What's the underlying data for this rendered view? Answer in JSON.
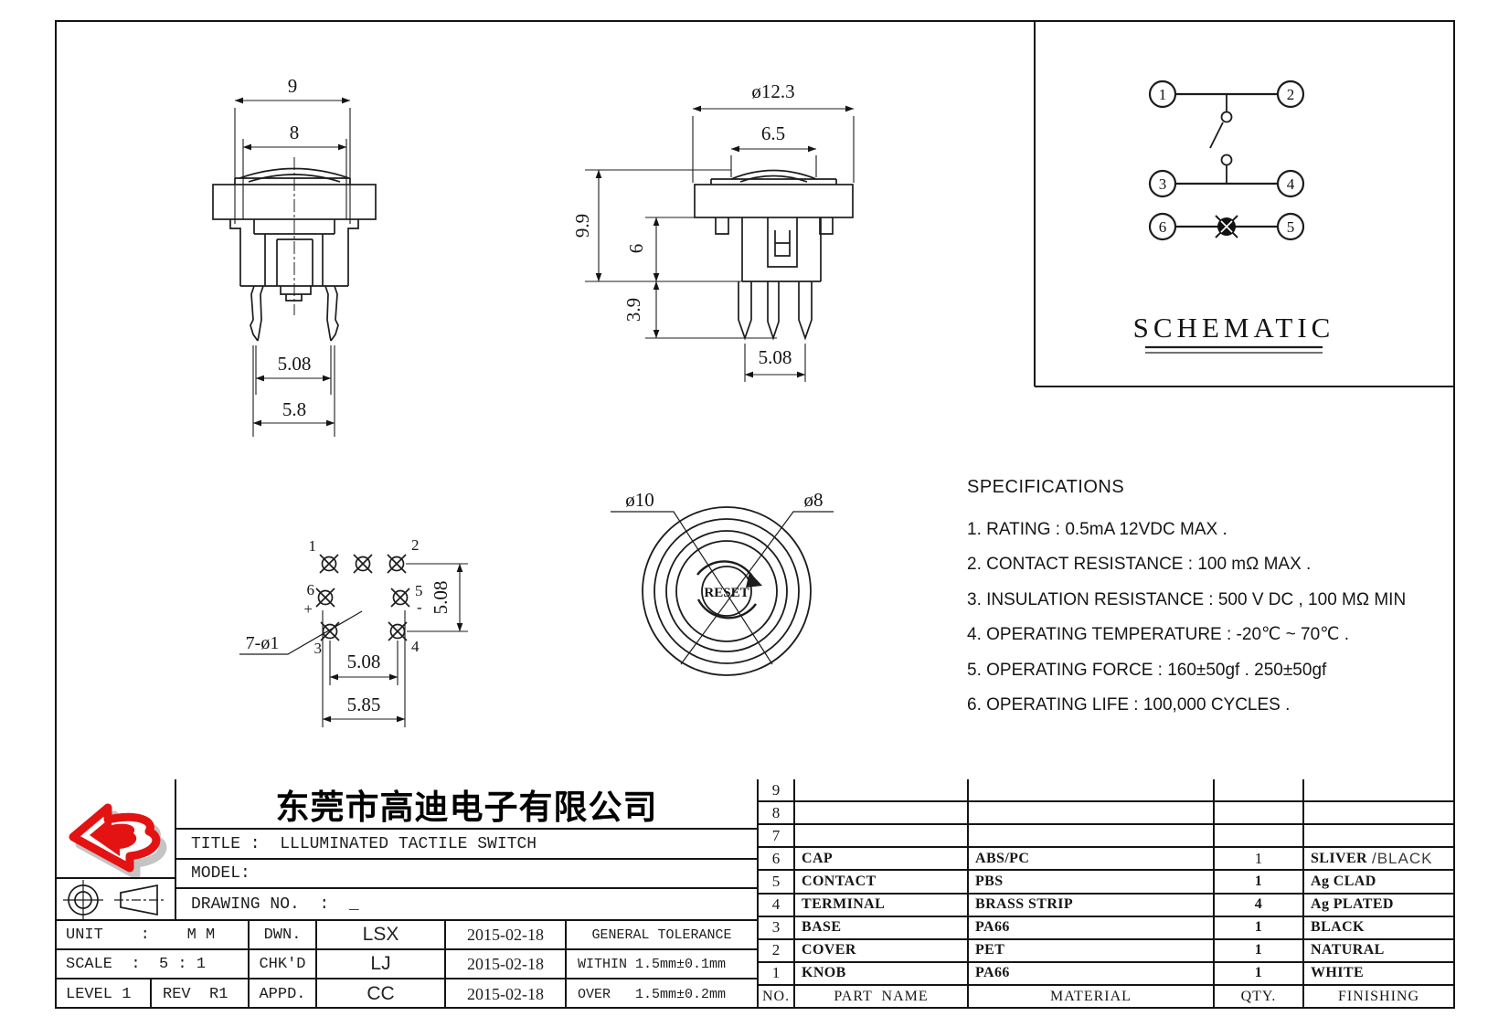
{
  "views": {
    "front": {
      "dim_top": "9",
      "dim_cap": "8",
      "dim_pitch": "5.08",
      "dim_outer": "5.8"
    },
    "side": {
      "dim_flange": "ø12.3",
      "dim_cap": "6.5",
      "dim_total_h": "9.9",
      "dim_body_h": "6",
      "dim_pin_h": "3.9",
      "dim_pitch": "5.08"
    },
    "bottom": {
      "p1": "1",
      "p2": "2",
      "p3": "3",
      "p4": "4",
      "p5": "5",
      "p6": "6",
      "plus": "+",
      "minus": "-",
      "dim_holes": "7-ø1",
      "dim_col": "5.08",
      "dim_row": "5.08",
      "dim_outer": "5.85"
    },
    "top": {
      "dim_cap": "ø10",
      "dim_button": "ø8",
      "button_label": "RESET"
    },
    "schematic": {
      "title": "SCHEMATIC",
      "p1": "1",
      "p2": "2",
      "p3": "3",
      "p4": "4",
      "p5": "5",
      "p6": "6"
    }
  },
  "specifications": {
    "heading": "SPECIFICATIONS",
    "items": [
      "1. RATING : 0.5mA 12VDC MAX .",
      "2. CONTACT RESISTANCE : 100 mΩ MAX .",
      "3. INSULATION RESISTANCE : 500 V DC , 100 MΩ MIN",
      "4. OPERATING TEMPERATURE : -20℃ ~ 70℃ .",
      "5. OPERATING FORCE : 160±50gf . 250±50gf",
      "6. OPERATING LIFE : 100,000 CYCLES ."
    ]
  },
  "title_block": {
    "company": "东莞市高迪电子有限公司",
    "title": "TITLE :  LLLUMINATED TACTILE SWITCH",
    "model": "MODEL:",
    "drawing_no": "DRAWING NO.  :  _",
    "unit": "UNIT    :    M M",
    "scale": "SCALE  :  5 : 1",
    "level": "LEVEL 1",
    "rev": "REV  R1",
    "dwn_label": "DWN.",
    "dwn_value": "LSX",
    "dwn_date": "2015-02-18",
    "chk_label": "CHK'D",
    "chk_value": "LJ",
    "chk_date": "2015-02-18",
    "appd_label": "APPD.",
    "appd_value": "CC",
    "appd_date": "2015-02-18",
    "tol_title": "GENERAL TOLERANCE",
    "tol_within": "WITHIN 1.5mm±0.1mm",
    "tol_over": "OVER   1.5mm±0.2mm"
  },
  "parts_table": {
    "headers": {
      "no": "NO.",
      "part": "PART  NAME",
      "material": "MATERIAL",
      "qty": "QTY.",
      "finishing": "FINISHING"
    },
    "rows": [
      {
        "no": "9",
        "part": "",
        "material": "",
        "qty": "",
        "finishing": ""
      },
      {
        "no": "8",
        "part": "",
        "material": "",
        "qty": "",
        "finishing": ""
      },
      {
        "no": "7",
        "part": "",
        "material": "",
        "qty": "",
        "finishing": ""
      },
      {
        "no": "6",
        "part": "CAP",
        "material": "ABS/PC",
        "qty": "1",
        "finishing": "SLIVER",
        "finishing_alt": "/BLACK"
      },
      {
        "no": "5",
        "part": "CONTACT",
        "material": "PBS",
        "qty": "1",
        "finishing": "Ag CLAD"
      },
      {
        "no": "4",
        "part": "TERMINAL",
        "material": "BRASS STRIP",
        "qty": "4",
        "finishing": "Ag PLATED"
      },
      {
        "no": "3",
        "part": "BASE",
        "material": "PA66",
        "qty": "1",
        "finishing": "BLACK"
      },
      {
        "no": "2",
        "part": "COVER",
        "material": "PET",
        "qty": "1",
        "finishing": "NATURAL"
      },
      {
        "no": "1",
        "part": "KNOB",
        "material": "PA66",
        "qty": "1",
        "finishing": "WHITE"
      }
    ]
  }
}
